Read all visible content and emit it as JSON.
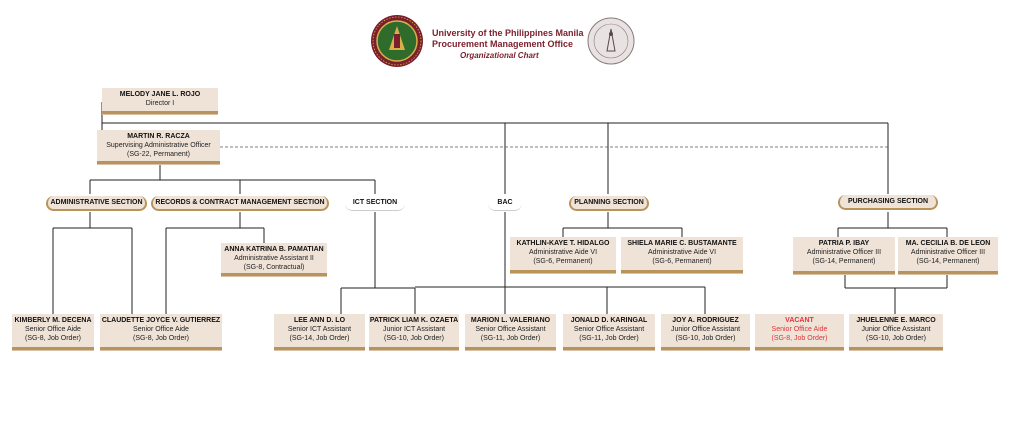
{
  "header": {
    "university": "University of the Philippines Manila",
    "office": "Procurement Management Office",
    "chart_title": "Organizational Chart"
  },
  "colors": {
    "maroon": "#7a1f2b",
    "box": "#efe3d8",
    "gold": "#b8935c",
    "vacant": "#e2343a"
  },
  "director": {
    "name": "MELODY JANE L. ROJO",
    "position": "Director I"
  },
  "supervisor": {
    "name": "MARTIN R. RACZA",
    "position": "Supervising Administrative Officer",
    "grade": "(SG-22, Permanent)"
  },
  "sections": {
    "admin": "ADMINISTRATIVE SECTION",
    "records": "RECORDS & CONTRACT MANAGEMENT SECTION",
    "ict": "ICT SECTION",
    "bac": "BAC",
    "planning": "PLANNING SECTION",
    "purchasing": "PURCHASING SECTION"
  },
  "staff": {
    "pamatian": {
      "name": "ANNA KATRINA B. PAMATIAN",
      "position": "Administrative Assistant II",
      "grade": "(SG-8, Contractual)"
    },
    "hidalgo": {
      "name": "KATHLIN-KAYE T. HIDALGO",
      "position": "Administrative Aide VI",
      "grade": "(SG-6, Permanent)"
    },
    "bustamante": {
      "name": "SHIELA MARIE C. BUSTAMANTE",
      "position": "Administrative Aide VI",
      "grade": "(SG-6, Permanent)"
    },
    "ibay": {
      "name": "PATRIA P. IBAY",
      "position": "Administrative Officer III",
      "grade": "(SG-14, Permanent)"
    },
    "deleon": {
      "name": "MA. CECILIA B. DE LEON",
      "position": "Administrative Officer III",
      "grade": "(SG-14, Permanent)"
    },
    "decena": {
      "name": "KIMBERLY M. DECENA",
      "position": "Senior Office Aide",
      "grade": "(SG-8, Job Order)"
    },
    "gutierrez": {
      "name": "CLAUDETTE JOYCE V. GUTIERREZ",
      "position": "Senior Office Aide",
      "grade": "(SG-8, Job Order)"
    },
    "lo": {
      "name": "LEE ANN D. LO",
      "position": "Senior ICT Assistant",
      "grade": "(SG-14, Job Order)"
    },
    "ozaeta": {
      "name": "PATRICK LIAM K. OZAETA",
      "position": "Junior ICT Assistant",
      "grade": "(SG-10, Job Order)"
    },
    "valeriano": {
      "name": "MARION L. VALERIANO",
      "position": "Senior Office Assistant",
      "grade": "(SG-11, Job Order)"
    },
    "karingal": {
      "name": "JONALD D. KARINGAL",
      "position": "Senior Office Assistant",
      "grade": "(SG-11, Job Order)"
    },
    "rodriguez": {
      "name": "JOY A. RODRIGUEZ",
      "position": "Junior Office Assistant",
      "grade": "(SG-10, Job Order)"
    },
    "vacant": {
      "name": "VACANT",
      "position": "Senior Office Aide",
      "grade": "(SG-8, Job Order)"
    },
    "marco": {
      "name": "JHUELENNE E. MARCO",
      "position": "Junior Office Assistant",
      "grade": "(SG-10, Job Order)"
    }
  }
}
